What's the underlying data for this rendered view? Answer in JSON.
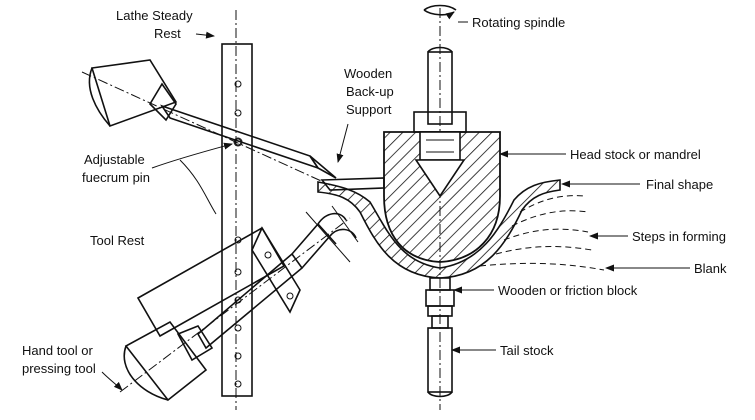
{
  "labels": {
    "lathe_steady_rest_1": "Lathe Steady",
    "lathe_steady_rest_2": "Rest",
    "wooden_backup_1": "Wooden",
    "wooden_backup_2": "Back-up",
    "wooden_backup_3": "Support",
    "adjustable_pin_1": "Adjustable",
    "adjustable_pin_2": "fuecrum pin",
    "tool_rest": "Tool Rest",
    "hand_tool_1": "Hand tool or",
    "hand_tool_2": "pressing tool",
    "rotating_spindle": "Rotating spindle",
    "head_stock": "Head stock or mandrel",
    "final_shape": "Final shape",
    "steps_in_forming": "Steps in forming",
    "blank": "Blank",
    "wooden_friction_block": "Wooden or friction block",
    "tail_stock": "Tail stock"
  }
}
